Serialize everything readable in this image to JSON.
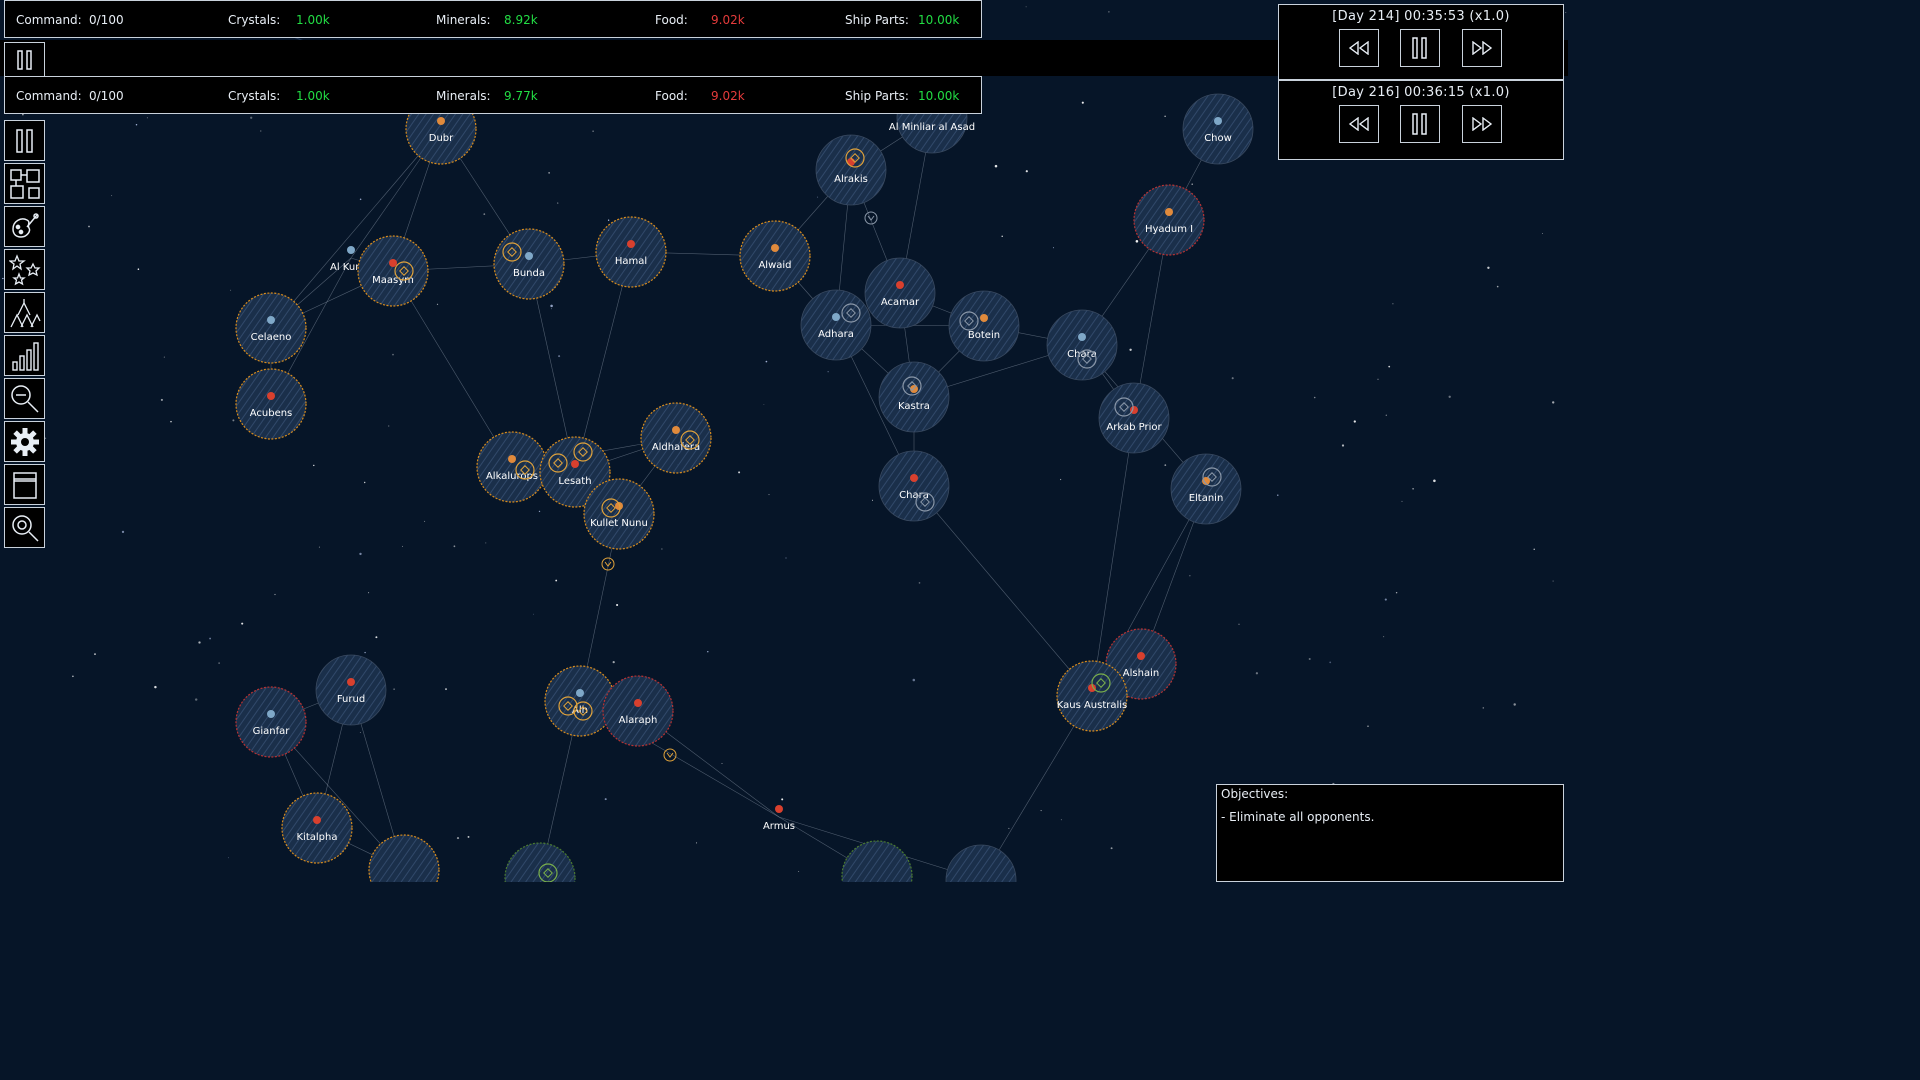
{
  "resource_bars": [
    {
      "command_label": "Command:",
      "command_value": "0/100",
      "crystals_label": "Crystals:",
      "crystals_value": "1.00k",
      "minerals_label": "Minerals:",
      "minerals_value": "8.92k",
      "food_label": "Food:",
      "food_value": "9.02k",
      "shipparts_label": "Ship Parts:",
      "shipparts_value": "10.00k"
    },
    {
      "command_label": "Command:",
      "command_value": "0/100",
      "crystals_label": "Crystals:",
      "crystals_value": "1.00k",
      "minerals_label": "Minerals:",
      "minerals_value": "9.77k",
      "food_label": "Food:",
      "food_value": "9.02k",
      "shipparts_label": "Ship Parts:",
      "shipparts_value": "10.00k"
    }
  ],
  "time_panels": [
    {
      "time_text": "[Day 214] 00:35:53 (x1.0)"
    },
    {
      "time_text": "[Day 216] 00:36:15 (x1.0)"
    }
  ],
  "time_controls": [
    "rewind-icon",
    "pause-icon",
    "fast-forward-icon"
  ],
  "sidebar_buttons": [
    "pause-icon",
    "layout-grid-icon",
    "palette-icon",
    "stars-icon",
    "mountains-icon",
    "bar-chart-icon",
    "zoom-out-icon",
    "gear-icon",
    "window-icon",
    "search-icon"
  ],
  "objectives": {
    "title": "Objectives:",
    "items": [
      "- Eliminate all opponents."
    ]
  },
  "colors": {
    "background": "#061528",
    "resource_positive": "#22dd44",
    "resource_negative": "#e43b3b",
    "border_orange": "#d98c1c",
    "border_red": "#b83232",
    "border_green": "#4a7a30",
    "panel_border": "#c9d2dc"
  },
  "systems": [
    {
      "id": "dubr",
      "name": "Dubr",
      "owner": "orange",
      "planet": "orange"
    },
    {
      "id": "al_kurud",
      "name": "Al Kurud",
      "owner": "none",
      "planet": "blue"
    },
    {
      "id": "maasym",
      "name": "Maasym",
      "owner": "orange",
      "planet": "red"
    },
    {
      "id": "bunda",
      "name": "Bunda",
      "owner": "orange",
      "planet": "blue"
    },
    {
      "id": "hamal",
      "name": "Hamal",
      "owner": "orange",
      "planet": "red"
    },
    {
      "id": "alwaid",
      "name": "Alwaid",
      "owner": "orange",
      "planet": "orange"
    },
    {
      "id": "celaeno",
      "name": "Celaeno",
      "owner": "orange",
      "planet": "blue"
    },
    {
      "id": "acubens",
      "name": "Acubens",
      "owner": "orange",
      "planet": "red"
    },
    {
      "id": "almiliar",
      "name": "Al Minliar al Asad",
      "owner": "none",
      "planet": "orange"
    },
    {
      "id": "alrakis",
      "name": "Alrakis",
      "owner": "none",
      "planet": "red"
    },
    {
      "id": "chow",
      "name": "Chow",
      "owner": "none",
      "planet": "blue"
    },
    {
      "id": "hyadum",
      "name": "Hyadum I",
      "owner": "red",
      "planet": "orange"
    },
    {
      "id": "acamar",
      "name": "Acamar",
      "owner": "none",
      "planet": "red"
    },
    {
      "id": "adhara",
      "name": "Adhara",
      "owner": "none",
      "planet": "blue"
    },
    {
      "id": "botein",
      "name": "Botein",
      "owner": "none",
      "planet": "orange"
    },
    {
      "id": "chara1",
      "name": "Chara",
      "owner": "none",
      "planet": "blue"
    },
    {
      "id": "kastra",
      "name": "Kastra",
      "owner": "none",
      "planet": "orange"
    },
    {
      "id": "arkab",
      "name": "Arkab Prior",
      "owner": "none",
      "planet": "red"
    },
    {
      "id": "chara2",
      "name": "Chara",
      "owner": "none",
      "planet": "red"
    },
    {
      "id": "eltanin",
      "name": "Eltanin",
      "owner": "none",
      "planet": "orange"
    },
    {
      "id": "alkalurops",
      "name": "Alkalurops",
      "owner": "orange",
      "planet": "orange"
    },
    {
      "id": "lesath",
      "name": "Lesath",
      "owner": "orange",
      "planet": "red"
    },
    {
      "id": "aldhafera",
      "name": "Aldhafera",
      "owner": "orange",
      "planet": "orange"
    },
    {
      "id": "kulletnunu",
      "name": "Kullet Nunu",
      "owner": "orange",
      "planet": "orange"
    },
    {
      "id": "alshain",
      "name": "Alshain",
      "owner": "red",
      "planet": "red"
    },
    {
      "id": "kaus",
      "name": "Kaus Australis",
      "owner": "orange",
      "planet": "red"
    },
    {
      "id": "furud",
      "name": "Furud",
      "owner": "none",
      "planet": "red"
    },
    {
      "id": "gianfar",
      "name": "Gianfar",
      "owner": "red",
      "planet": "blue"
    },
    {
      "id": "alh",
      "name": "Alh",
      "owner": "orange",
      "planet": "blue"
    },
    {
      "id": "alaraph",
      "name": "Alaraph",
      "owner": "red",
      "planet": "red"
    },
    {
      "id": "kitalpha",
      "name": "Kitalpha",
      "owner": "orange",
      "planet": "red"
    },
    {
      "id": "armus",
      "name": "Armus",
      "owner": "none",
      "planet": "red"
    },
    {
      "id": "bottom1",
      "name": "",
      "owner": "orange",
      "planet": "none"
    },
    {
      "id": "bottom2",
      "name": "",
      "owner": "green",
      "planet": "none"
    },
    {
      "id": "bottom3",
      "name": "",
      "owner": "green",
      "planet": "none"
    },
    {
      "id": "bottom4",
      "name": "",
      "owner": "none",
      "planet": "none"
    }
  ]
}
